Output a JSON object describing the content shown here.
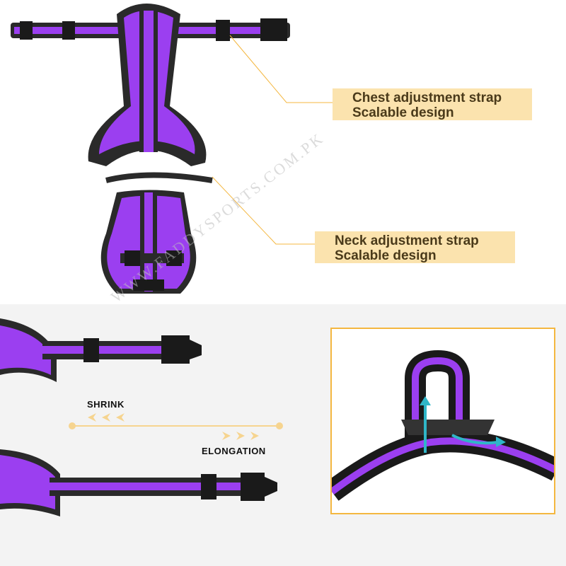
{
  "callouts": [
    {
      "title": "Chest adjustment strap",
      "subtitle": "Scalable design"
    },
    {
      "title": "Neck adjustment strap",
      "subtitle": "Scalable design"
    }
  ],
  "adjust": {
    "shrink": "SHRINK",
    "elongation": "ELONGATION"
  },
  "watermark": "WWW.FADDYSPORTS.COM.PK",
  "colors": {
    "purple": "#9b3ff0",
    "strap": "#2a2a2a",
    "accent": "#f4b740",
    "label_bg": "#fbe3ae",
    "arrow": "#2fb6c8"
  }
}
